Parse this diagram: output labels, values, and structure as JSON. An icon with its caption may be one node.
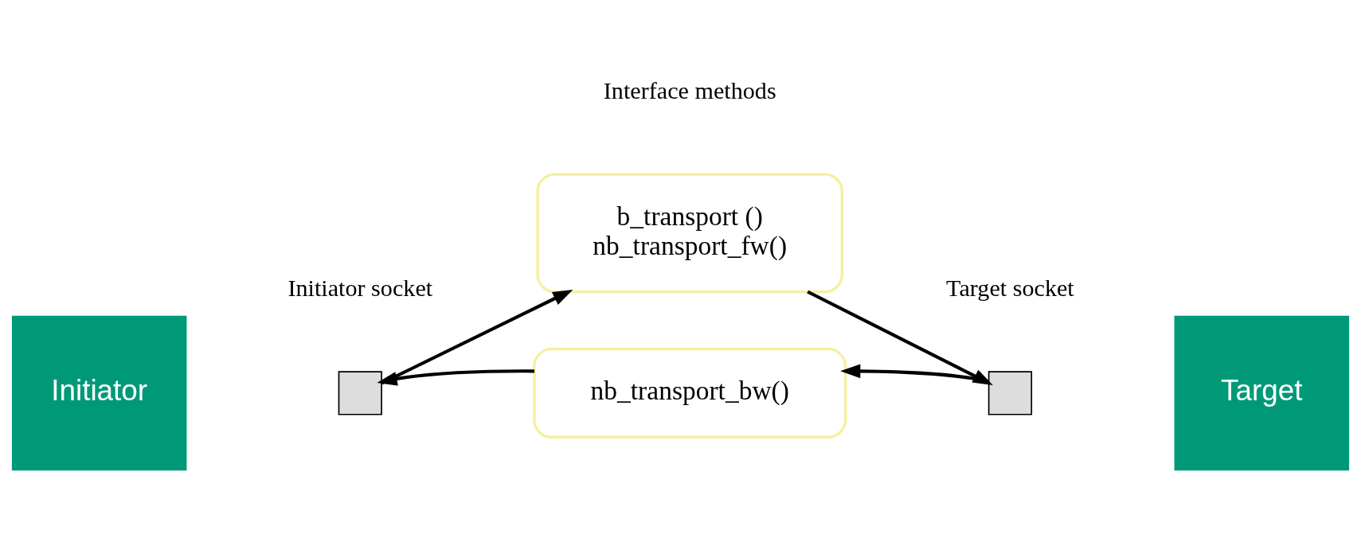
{
  "diagram": {
    "nodes": [
      {
        "text": [
          "Initiator"
        ]
      },
      {
        "text": [],
        "shape": "box"
      },
      {
        "text": [
          "b_transport ()",
          "nb_transport_fw()"
        ]
      },
      {
        "text": [],
        "shape": "box"
      },
      {
        "text": [
          "Target"
        ]
      },
      {
        "text": [
          "nb_transport_bw()"
        ]
      }
    ],
    "edges": [
      {
        "from": 1,
        "to": 2,
        "arrow": "to"
      },
      {
        "from": 2,
        "to": 3,
        "arrow": "to"
      },
      {
        "from": 3,
        "to": 5,
        "arrow": "to"
      },
      {
        "from": 5,
        "to": 1,
        "arrow": "to"
      }
    ],
    "labels": [
      "Initiator socket",
      "Interface methods",
      "Target socket"
    ]
  }
}
